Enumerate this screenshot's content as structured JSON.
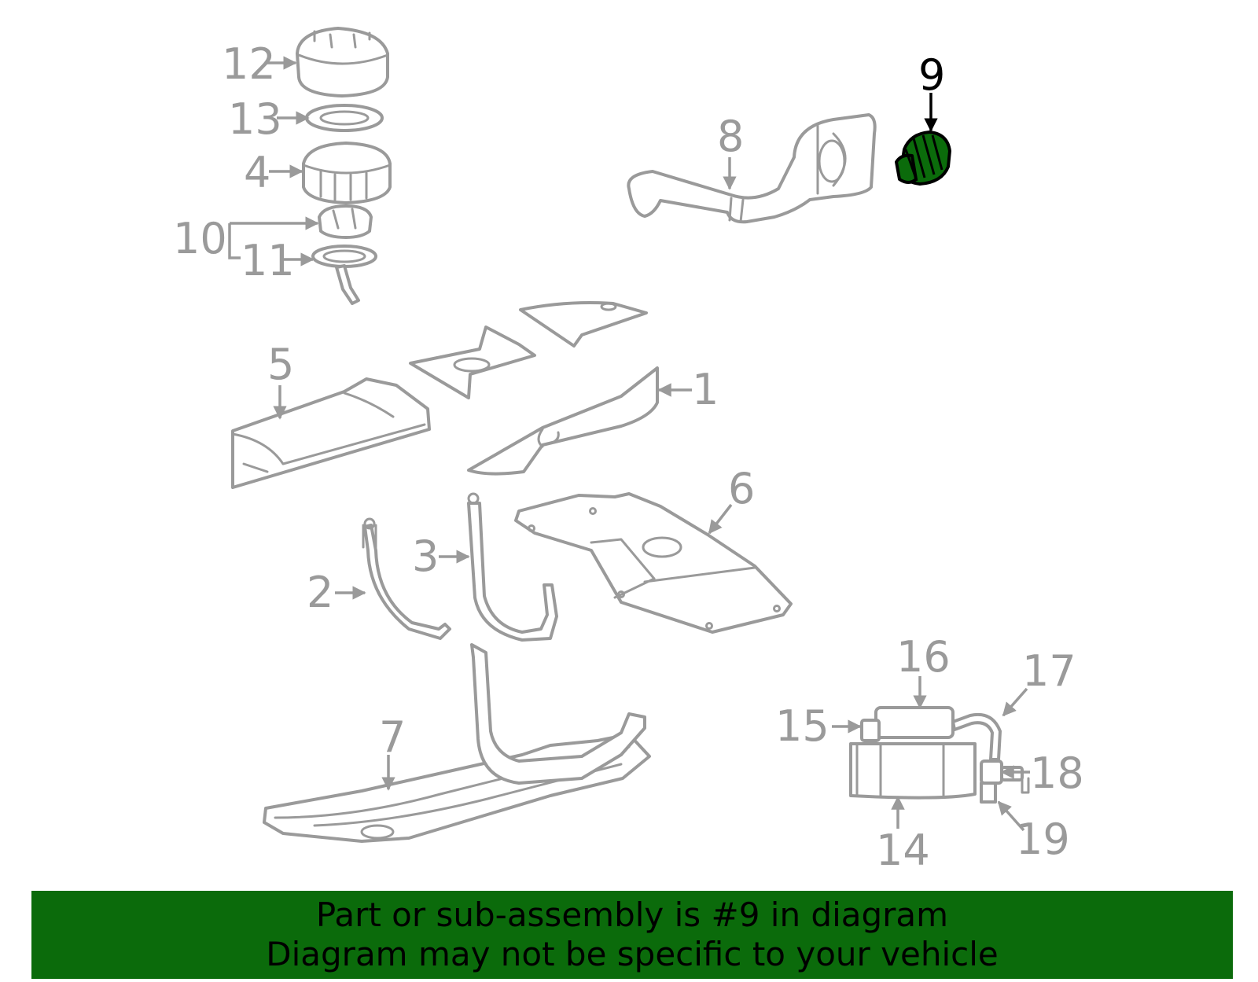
{
  "callouts": {
    "c1": "1",
    "c2": "2",
    "c3": "3",
    "c4": "4",
    "c5": "5",
    "c6": "6",
    "c7": "7",
    "c8": "8",
    "c9": "9",
    "c10": "10",
    "c11": "11",
    "c12": "12",
    "c13": "13",
    "c14": "14",
    "c15": "15",
    "c16": "16",
    "c17": "17",
    "c18": "18",
    "c19": "19"
  },
  "highlighted_part": "9",
  "colors": {
    "highlight": "#0b6b0b",
    "line": "#9a9a9a",
    "banner_text": "#000000"
  },
  "banner": {
    "line1": "Part or sub-assembly is #9 in diagram",
    "line2": "Diagram may not be specific to your vehicle"
  }
}
